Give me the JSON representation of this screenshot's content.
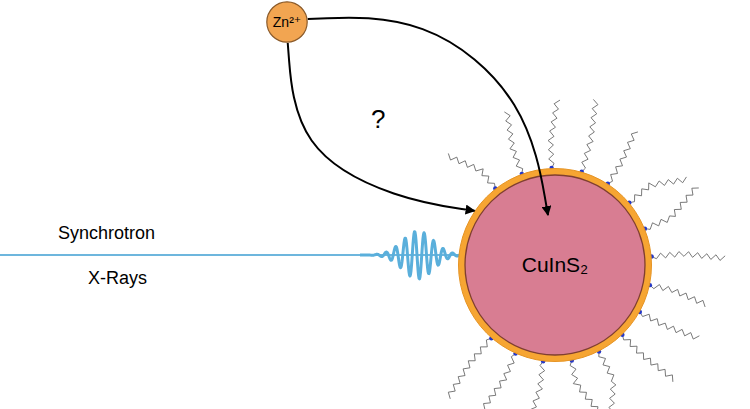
{
  "diagram": {
    "nodes": [
      {
        "text": [
          "Zn²⁺"
        ]
      },
      {
        "text": [
          "CuInS₂"
        ]
      }
    ],
    "edges": [
      {
        "from": 0,
        "to": 1,
        "arrow": "to"
      },
      {
        "from": 0,
        "to": 1,
        "arrow": "to"
      }
    ],
    "labels": [
      "?",
      "Synchrotron",
      "X-Rays"
    ]
  }
}
